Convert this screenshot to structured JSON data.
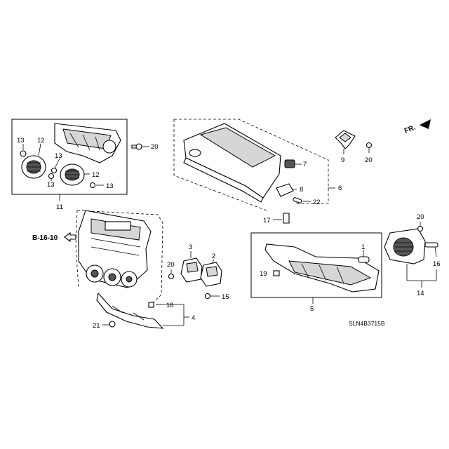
{
  "diagram": {
    "diagram_code": "SLN4B3715B",
    "reference_label": "B-16-10",
    "direction_label": "FR.",
    "callouts": {
      "p1": "1",
      "p2": "2",
      "p3": "3",
      "p4": "4",
      "p5": "5",
      "p6": "6",
      "p7": "7",
      "p8": "8",
      "p9": "9",
      "p11": "11",
      "p12a": "12",
      "p12b": "12",
      "p13a": "13",
      "p13b": "13",
      "p13c": "13",
      "p13d": "13",
      "p14": "14",
      "p15": "15",
      "p16": "16",
      "p17": "17",
      "p18": "18",
      "p19": "19",
      "p20a": "20",
      "p20b": "20",
      "p20c": "20",
      "p20d": "20",
      "p21": "21",
      "p22": "22"
    }
  }
}
